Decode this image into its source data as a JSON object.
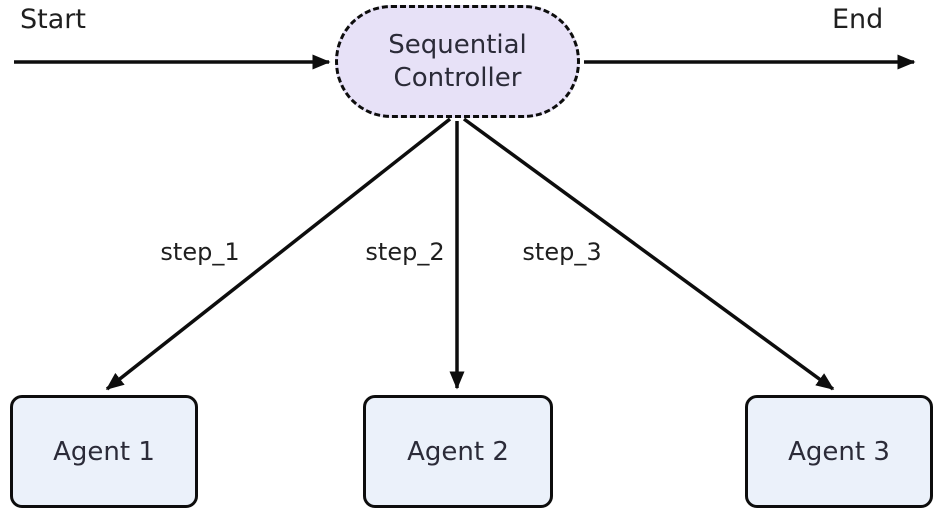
{
  "diagram": {
    "type": "flowchart",
    "start_label": "Start",
    "end_label": "End",
    "controller": {
      "label_line1": "Sequential",
      "label_line2": "Controller",
      "shape": "stadium-dashed"
    },
    "edges": [
      {
        "from": "Start",
        "to": "Sequential Controller",
        "label": ""
      },
      {
        "from": "Sequential Controller",
        "to": "End",
        "label": ""
      },
      {
        "from": "Sequential Controller",
        "to": "Agent 1",
        "label": "step_1"
      },
      {
        "from": "Sequential Controller",
        "to": "Agent 2",
        "label": "step_2"
      },
      {
        "from": "Sequential Controller",
        "to": "Agent 3",
        "label": "step_3"
      }
    ],
    "edge_labels": [
      "step_1",
      "step_2",
      "step_3"
    ],
    "agents": [
      {
        "label": "Agent 1"
      },
      {
        "label": "Agent 2"
      },
      {
        "label": "Agent 3"
      }
    ],
    "colors": {
      "bg": "#ffffff",
      "line": "#0d0d0d",
      "controller_fill": "#e7e1f7",
      "controller_border": "#0d0d0d",
      "agent_fill": "#ebf1fa",
      "agent_border": "#0d0d0d",
      "node_text": "#2b2b38",
      "label_text": "#1f1f1f"
    }
  }
}
